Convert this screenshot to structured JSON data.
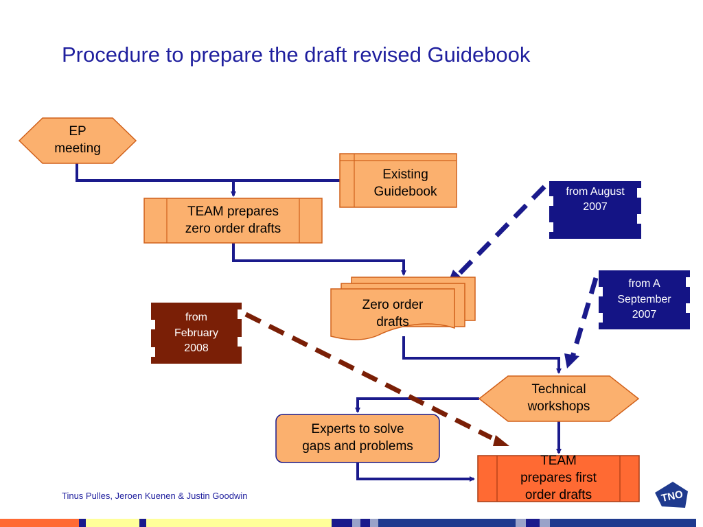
{
  "title": "Procedure to prepare the draft revised Guidebook",
  "footer": {
    "credit": "Tinus Pulles, Jeroen Kuenen & Justin Goodwin",
    "logo_text": "TNO"
  },
  "colors": {
    "title": "#1f1f9e",
    "node_fill": "#fbb06e",
    "node_stroke": "#d0601a",
    "connector": "#1a1a8c",
    "blue_note": "#141485",
    "brown_note": "#7a1f06",
    "highlight": "#ff6a33"
  },
  "nodes": {
    "ep_meeting": "EP\nmeeting",
    "existing_guidebook": "Existing\nGuidebook",
    "team_zero": "TEAM prepares\nzero order drafts",
    "zero_drafts": "Zero order\ndrafts",
    "technical_workshops": "Technical\nworkshops",
    "experts": "Experts to solve\ngaps and problems",
    "team_first": "TEAM\nprepares first\norder drafts"
  },
  "notes": {
    "august": "from August\n2007",
    "september": "from A\nSeptember\n2007",
    "february": "from\nFebruary\n2008"
  }
}
